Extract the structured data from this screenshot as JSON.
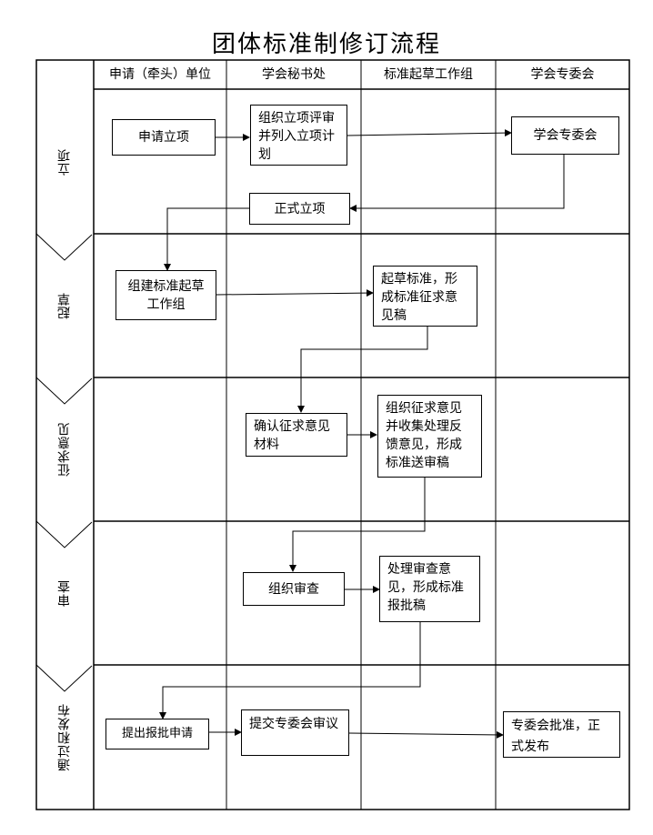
{
  "title": "团体标准制修订流程",
  "headers": [
    "申请（牵头）单位",
    "学会秘书处",
    "标准起草工作组",
    "学会专委会"
  ],
  "phases": [
    "立项",
    "起草",
    "征求意见",
    "审查",
    "通过和发布"
  ],
  "steps": {
    "apply": "申请立项",
    "organize_review": "组织立项评审并列入立项计划",
    "committee": "学会专委会",
    "formal": "正式立项",
    "build_group": "组建标准起草工作组",
    "draft": "起草标准，形成标准征求意见稿",
    "confirm": "确认征求意见材料",
    "collect": "组织征求意见并收集处理反馈意见，形成标准送审稿",
    "org_audit": "组织审查",
    "handle_audit": "处理审查意见，形成标准报批稿",
    "submit_approval": "提出报批申请",
    "submit_committee": "提交专委会审议",
    "approve": "专委会批准，正式发布"
  }
}
